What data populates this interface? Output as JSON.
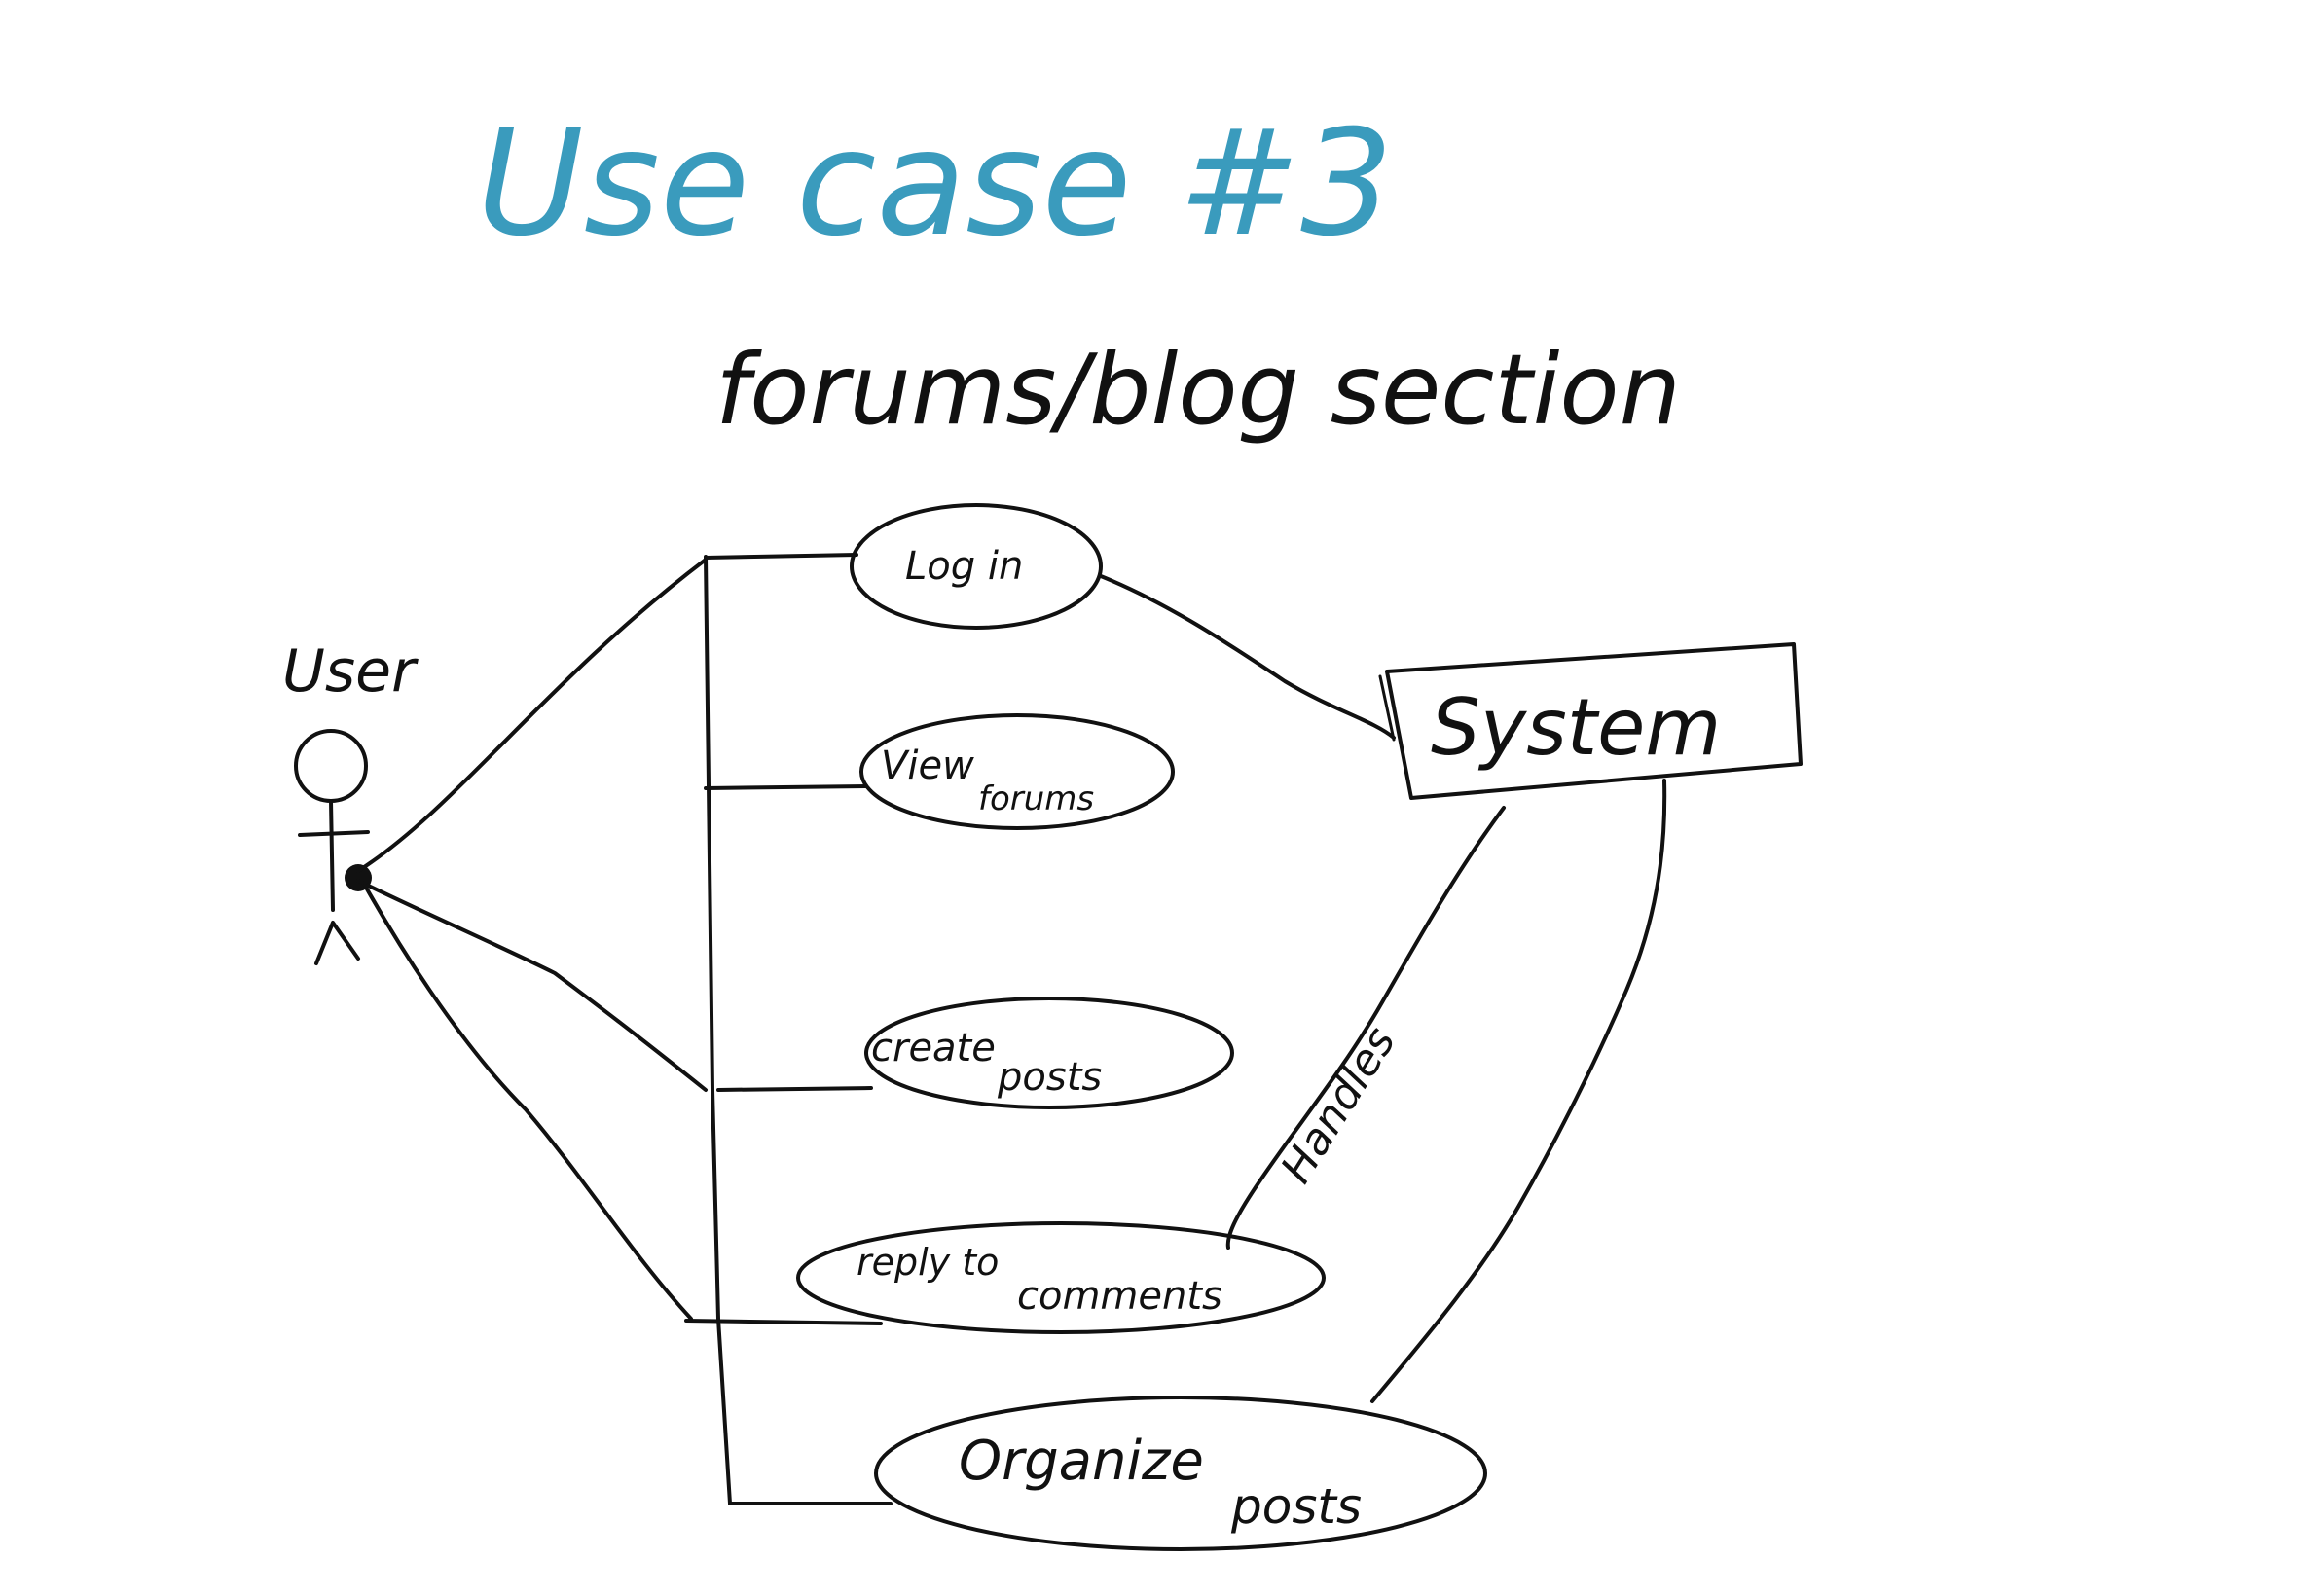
{
  "title": "Use case #3",
  "subtitle": "forums/blog section",
  "actor": {
    "label": "User"
  },
  "use_cases": [
    {
      "id": "login",
      "line1": "Log in",
      "line2": ""
    },
    {
      "id": "view-forums",
      "line1": "View",
      "line2": "forums"
    },
    {
      "id": "create-posts",
      "line1": "create",
      "line2": "posts"
    },
    {
      "id": "reply-comments",
      "line1": "reply to",
      "line2": "comments"
    },
    {
      "id": "organize-posts",
      "line1": "Organize",
      "line2": "posts"
    }
  ],
  "system": {
    "label": "System"
  },
  "relation_label": "Handles",
  "colors": {
    "title": "#3a9bbd",
    "ink": "#111111",
    "background": "#ffffff"
  }
}
